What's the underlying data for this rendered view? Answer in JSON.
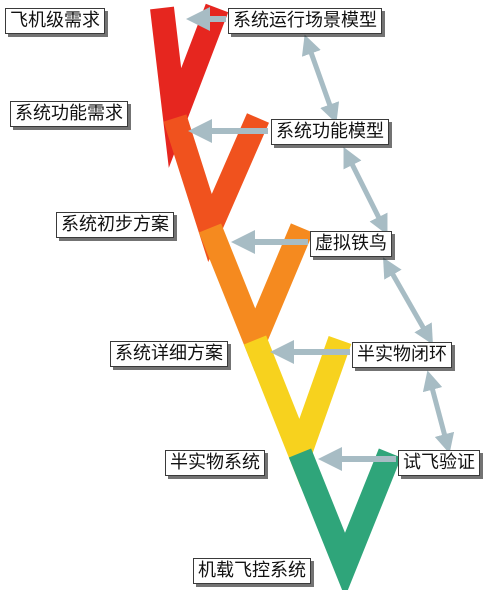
{
  "left_labels": [
    "飞机级需求",
    "系统功能需求",
    "系统初步方案",
    "系统详细方案",
    "半实物系统",
    "机载飞控系统"
  ],
  "right_labels": [
    "系统运行场景模型",
    "系统功能模型",
    "虚拟铁鸟",
    "半实物闭环",
    "试飞验证"
  ],
  "colors": {
    "stage_colors": [
      "#e6261f",
      "#f0521e",
      "#f58a1f",
      "#f7d21e",
      "#2fa57a"
    ],
    "arrow": "#a7bcc4",
    "box_border": "#3a3a3a"
  }
}
